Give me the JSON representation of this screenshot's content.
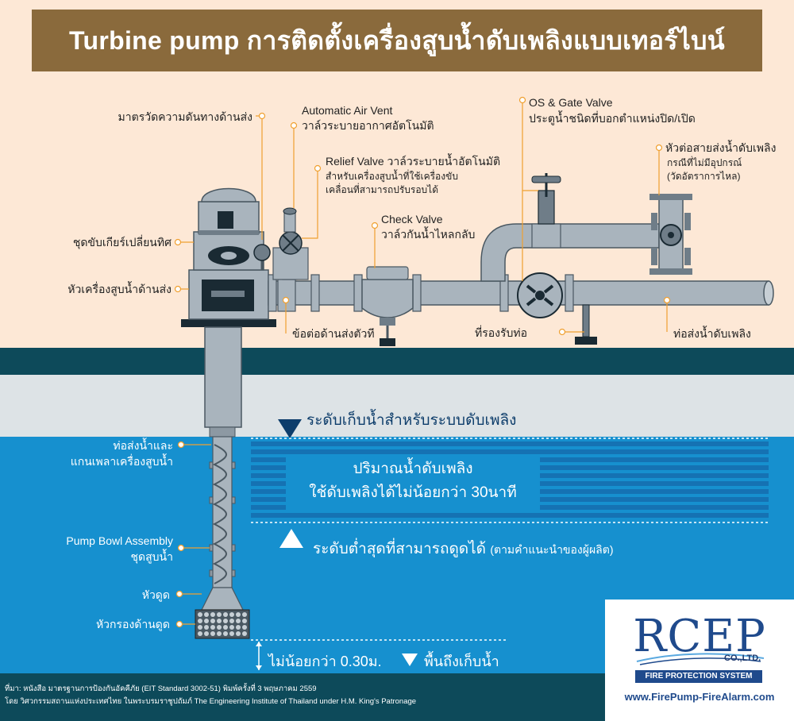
{
  "title": "Turbine pump การติดตั้งเครื่องสูบน้ำดับเพลิงแบบเทอร์ไบน์",
  "labels": {
    "pressure_gauge": "มาตรวัดความดันทางด้านส่ง",
    "air_vent_en": "Automatic Air Vent",
    "air_vent_th": "วาล์วระบายอากาศอัตโนมัติ",
    "relief_valve_1": "Relief Valve วาล์วระบายน้ำอัตโนมัติ",
    "relief_valve_2": "สำหรับเครื่องสูบน้ำที่ใช้เครื่องขับ",
    "relief_valve_3": "เคลื่อนที่สามารถปรับรอบได้",
    "check_valve_en": "Check Valve",
    "check_valve_th": "วาล์วกันน้ำไหลกลับ",
    "os_gate_en": "OS & Gate Valve",
    "os_gate_th": "ประตูน้ำชนิดที่บอกตำแหน่งปิด/เปิด",
    "hose_header_1": "หัวต่อสายส่งน้ำดับเพลิง",
    "hose_header_2": "กรณีที่ไม่มีอุปกรณ์",
    "hose_header_3": "(วัดอัตราการไหล)",
    "gear_drive": "ชุดขับเกียร์เปลี่ยนทิศ",
    "discharge_head": "หัวเครื่องสูบน้ำด้านส่ง",
    "tee_fitting": "ข้อต่อด้านส่งตัวที",
    "pipe_support": "ที่รองรับท่อ",
    "fire_pipe": "ท่อส่งน้ำดับเพลิง",
    "column_1": "ท่อส่งน้ำและ",
    "column_2": "แกนเพลาเครื่องสูบน้ำ",
    "bowl_en": "Pump Bowl Assembly",
    "bowl_th": "ชุดสูบน้ำ",
    "suction_bell": "หัวดูด",
    "strainer": "หัวกรองด้านดูด"
  },
  "water": {
    "storage_level": "ระดับเก็บน้ำสำหรับระบบดับเพลิง",
    "volume_1": "ปริมาณน้ำดับเพลิง",
    "volume_2": "ใช้ดับเพลิงได้ไม่น้อยกว่า 30นาที",
    "min_level": "ระดับต่ำสุดที่สามารถดูดได้",
    "min_level_note": "(ตามคำแนะนำของผู้ผลิต)",
    "clearance": "ไม่น้อยกว่า 0.30ม.",
    "tank_floor": "พื้นถึงเก็บน้ำ"
  },
  "footnote": {
    "line1": "ที่มา: หนังสือ มาตรฐานการป้องกันอัคคีภัย  (EIT Standard 3002-51)  พิมพ์ครั้งที่ 3 พฤษภาคม 2559",
    "line2": "โดย วิศวกรรมสถานแห่งประเทศไทย ในพระบรมราชูปถัมภ์ The Engineering Institute of Thailand under H.M. King's Patronage"
  },
  "logo": {
    "brand": "RCEP",
    "company": "CO.,LTD.",
    "tagline": "FIRE PROTECTION SYSTEM",
    "url": "www.FirePump-FireAlarm.com"
  },
  "colors": {
    "background": "#fde8d6",
    "title_bar": "#8a6a3c",
    "ground": "#0d4a5a",
    "air_gap": "#dde3e6",
    "water": "#1690cf",
    "water_band": "#1572b3",
    "metal": "#a9b4bd",
    "brand_blue": "#1f4a8c",
    "leader": "#f0a030"
  }
}
